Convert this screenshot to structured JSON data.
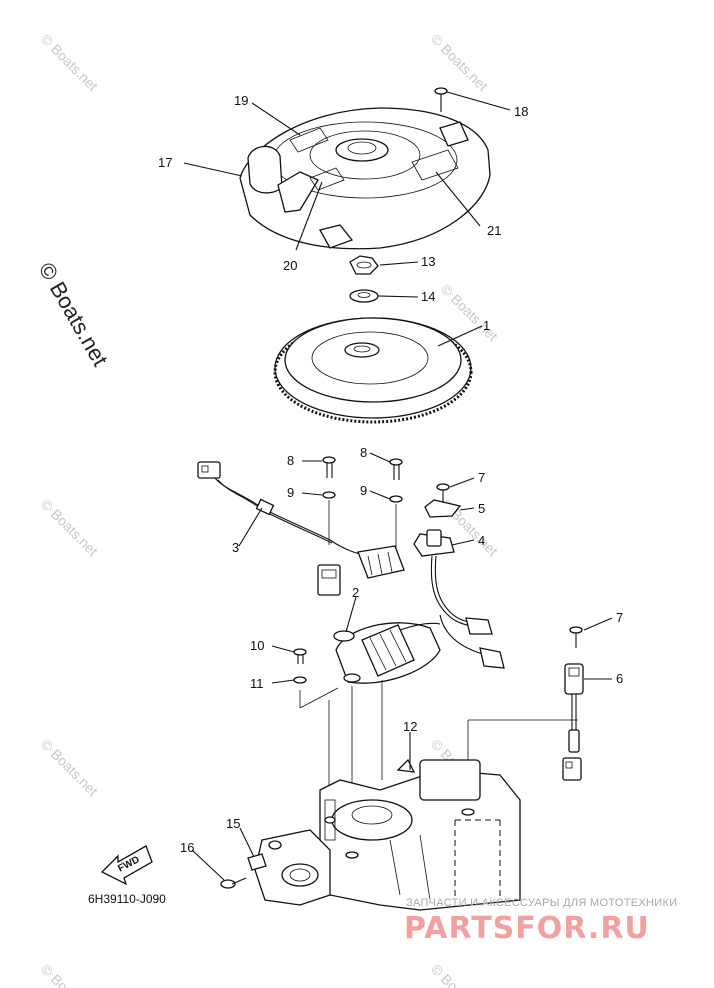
{
  "diagram": {
    "code": "6H39110-J090",
    "fwd_label": "FWD",
    "watermark_main": "© Boats.net",
    "watermark_small": "© Boats.net",
    "brand_caption": "ЗАПЧАСТИ И АКСЕССУАРЫ ДЛЯ МОТОТЕХНИКИ",
    "brand_name": "PARTSFOR.RU",
    "callouts": [
      "1",
      "2",
      "3",
      "4",
      "5",
      "6",
      "7",
      "7",
      "8",
      "8",
      "9",
      "9",
      "10",
      "11",
      "12",
      "13",
      "14",
      "15",
      "16",
      "17",
      "18",
      "19",
      "20",
      "21"
    ]
  },
  "colors": {
    "line": "#111111",
    "watermark": "#c8c8c8",
    "brand": "#f3a0a0"
  }
}
